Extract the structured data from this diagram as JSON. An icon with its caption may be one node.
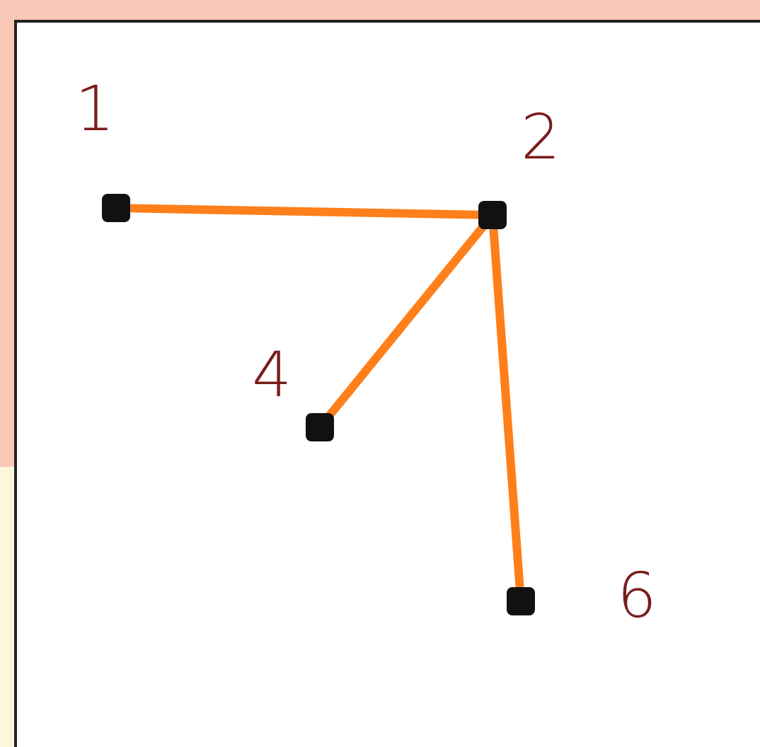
{
  "diagram": {
    "nodes": [
      {
        "text": [
          "1"
        ]
      },
      {
        "text": [
          "2"
        ]
      },
      {
        "text": [
          "4"
        ]
      },
      {
        "text": [
          "6"
        ]
      }
    ],
    "edges": [
      {
        "from": 0,
        "to": 1,
        "arrow": "none"
      },
      {
        "from": 1,
        "to": 2,
        "arrow": "none"
      },
      {
        "from": 1,
        "to": 3,
        "arrow": "none"
      }
    ]
  }
}
